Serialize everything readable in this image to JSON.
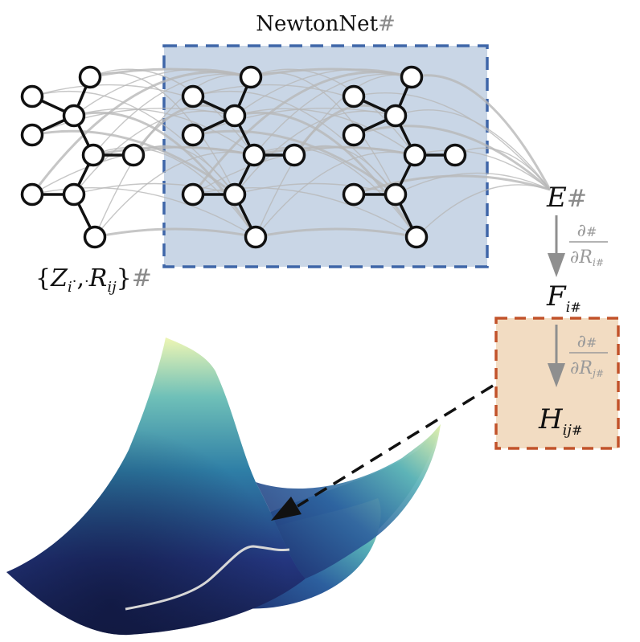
{
  "title": "NewtonNet",
  "title_mark": "#",
  "input_label": {
    "open": "{",
    "z": "Z",
    "z_sub": "i",
    "sep1": "·",
    "comma": ",",
    "sep2": "·",
    "r": "R",
    "r_sub": "ij",
    "close": "}",
    "mark": "#"
  },
  "energy": {
    "symbol": "E",
    "mark": "#"
  },
  "derivative_1": {
    "numerator": "∂",
    "num_mark": "#",
    "denominator": "∂R",
    "den_sub": "i",
    "den_mark": "#"
  },
  "force": {
    "symbol": "F",
    "sub": "i",
    "mark": "#"
  },
  "derivative_2": {
    "numerator": "∂",
    "num_mark": "#",
    "denominator": "∂R",
    "den_sub": "j",
    "den_mark": "#"
  },
  "hessian": {
    "symbol": "H",
    "sub": "ij",
    "mark": "#"
  },
  "colors": {
    "network_box_fill": "#c9d6e6",
    "network_box_border": "#3f66a8",
    "hessian_box_fill": "#f2dcc2",
    "hessian_box_border": "#c2532b",
    "edge_grey": "#b8b8b8",
    "arrow_grey": "#8f8f8f",
    "surface_dark": "#1e2a6b",
    "surface_mid": "#2f7fa6",
    "surface_light": "#e9f3b0"
  }
}
